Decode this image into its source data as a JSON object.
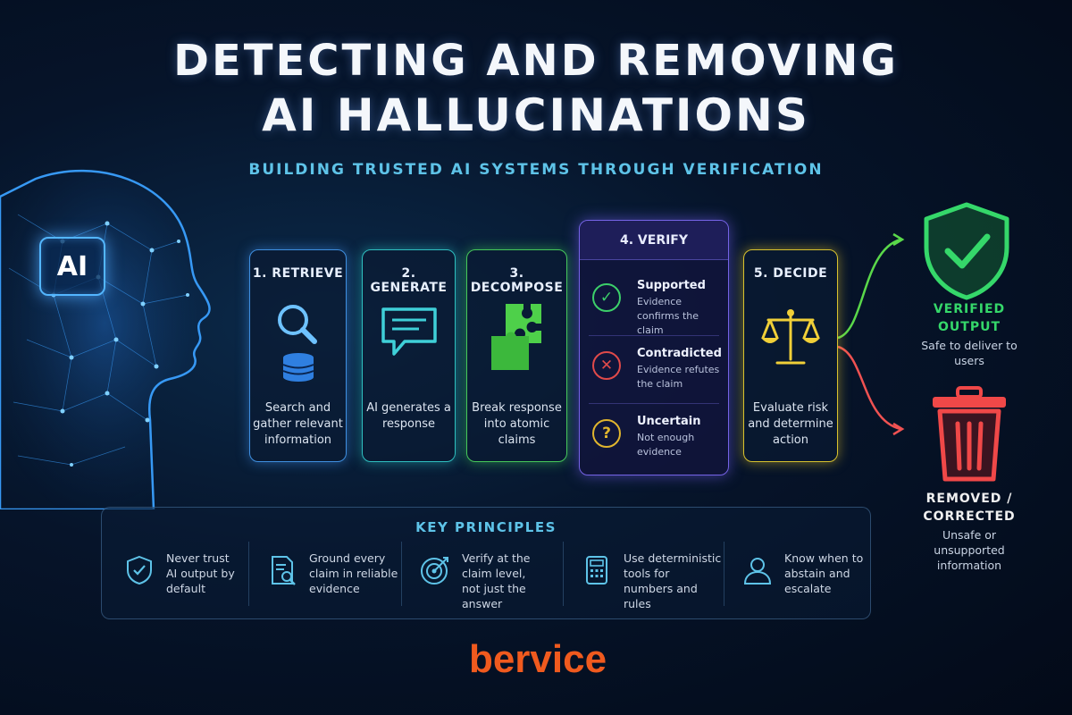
{
  "title": {
    "line1": "DETECTING AND REMOVING",
    "line2": "AI HALLUCINATIONS",
    "subtitle": "BUILDING TRUSTED AI SYSTEMS THROUGH VERIFICATION"
  },
  "head_badge": "AI",
  "steps": [
    {
      "label": "1. RETRIEVE",
      "desc": "Search and gather relevant information",
      "icon": "magnifier-database-icon",
      "color": "#3f8fe0"
    },
    {
      "label": "2. GENERATE",
      "desc": "AI generates a response",
      "icon": "chat-bubble-icon",
      "color": "#2fbfc0"
    },
    {
      "label": "3. DECOMPOSE",
      "desc": "Break response into atomic claims",
      "icon": "puzzle-icon",
      "color": "#46c85a"
    },
    {
      "label": "4. VERIFY",
      "color": "#7563e6"
    },
    {
      "label": "5. DECIDE",
      "desc": "Evaluate risk and determine action",
      "icon": "scales-icon",
      "color": "#d8c22e"
    }
  ],
  "verify_items": [
    {
      "title": "Supported",
      "desc": "Evidence confirms the claim",
      "icon": "check-circle-icon",
      "color": "#3ccf6a"
    },
    {
      "title": "Contradicted",
      "desc": "Evidence refutes the claim",
      "icon": "x-circle-icon",
      "color": "#e04a4a"
    },
    {
      "title": "Uncertain",
      "desc": "Not enough evidence",
      "icon": "question-circle-icon",
      "color": "#e0b52e"
    }
  ],
  "outcomes": {
    "verified": {
      "title": "VERIFIED OUTPUT",
      "desc": "Safe to deliver to users",
      "icon": "shield-check-icon",
      "color": "#35d86a"
    },
    "removed": {
      "title": "REMOVED / CORRECTED",
      "desc": "Unsafe or unsupported information",
      "icon": "trash-can-icon",
      "color": "#f04848"
    }
  },
  "key_principles": {
    "title": "KEY PRINCIPLES",
    "items": [
      {
        "text": "Never trust AI output by default",
        "icon": "shield-check-icon"
      },
      {
        "text": "Ground every claim in reliable evidence",
        "icon": "document-search-icon"
      },
      {
        "text": "Verify at the claim level, not just the answer",
        "icon": "target-icon"
      },
      {
        "text": "Use deterministic tools for numbers and rules",
        "icon": "calculator-icon"
      },
      {
        "text": "Know when to abstain and escalate",
        "icon": "user-icon"
      }
    ]
  },
  "brand": {
    "name": "bervice",
    "color": "#f05a1e"
  }
}
